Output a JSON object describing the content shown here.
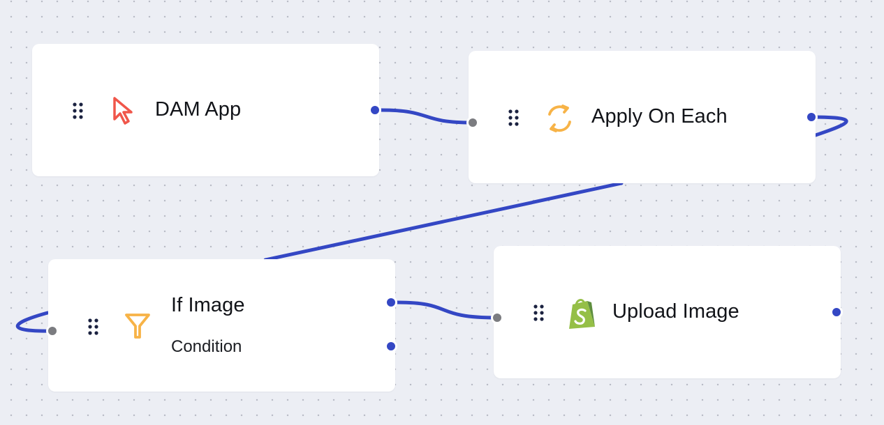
{
  "canvas": {
    "background": "#eceef4",
    "edge_color": "#3447c4"
  },
  "nodes": [
    {
      "id": "dam-app",
      "title": "DAM App",
      "icon": "cursor-arrow-icon",
      "icon_color": "#f0564a"
    },
    {
      "id": "apply-on-each",
      "title": "Apply On Each",
      "icon": "loop-arrows-icon",
      "icon_color": "#f7b347"
    },
    {
      "id": "if-image",
      "title": "If Image",
      "subtitle": "Condition",
      "icon": "filter-funnel-icon",
      "icon_color": "#f7b347"
    },
    {
      "id": "upload-image",
      "title": "Upload Image",
      "icon": "shopify-bag-icon",
      "icon_color": "#95bf47"
    }
  ],
  "edges": [
    {
      "from": "DAM App",
      "to": "Apply On Each"
    },
    {
      "from": "Apply On Each",
      "to": "If Image"
    },
    {
      "from": "If Image",
      "to": "Upload Image"
    }
  ],
  "port_colors": {
    "output": "#3447c4",
    "input": "#7b7c80"
  }
}
